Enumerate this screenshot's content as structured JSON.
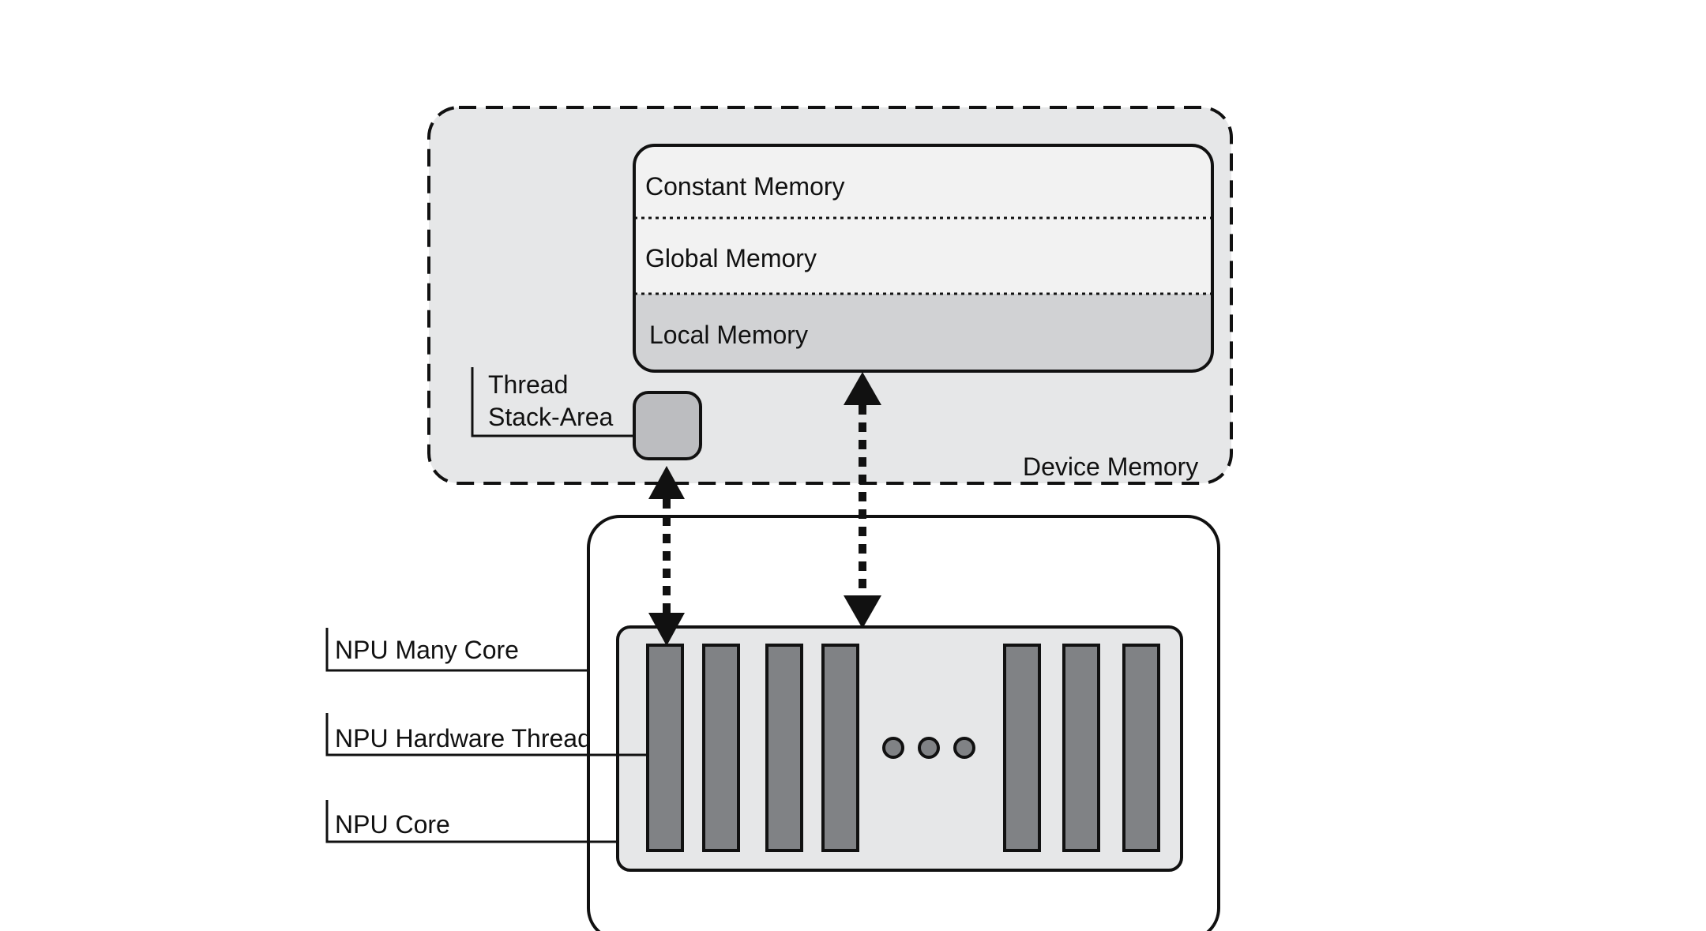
{
  "labels": {
    "constant_memory": "Constant Memory",
    "global_memory": "Global Memory",
    "local_memory": "Local Memory",
    "thread_line1": "Thread",
    "thread_line2": "Stack-Area",
    "device_memory": "Device Memory",
    "npu_many_core": "NPU  Many Core",
    "npu_hardware_thread": "NPU  Hardware Thread",
    "npu_core": "NPU Core"
  },
  "colors": {
    "device_memory_fill": "#e6e7e8",
    "upper_memory_fill": "#f2f2f2",
    "local_memory_fill": "#d1d2d4",
    "stack_area_fill": "#bcbdc0",
    "npu_core_fill": "#e6e7e8",
    "thread_bar_fill": "#808285",
    "stroke": "#111111"
  }
}
